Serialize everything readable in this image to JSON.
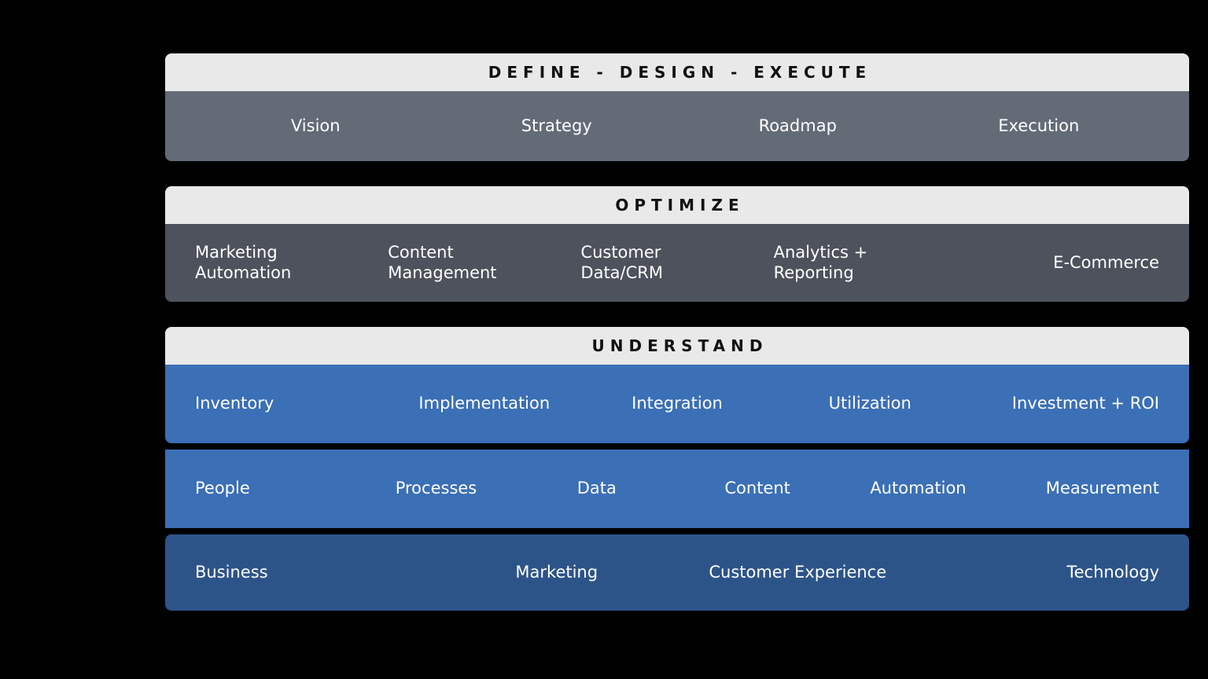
{
  "theme": {
    "background": "#000000",
    "header_band": "#e9e9e9",
    "header_text": "#111111",
    "row_gray_light": "#636b77",
    "row_gray_dark": "#4d525c",
    "row_blue": "#3b6fb6",
    "row_blue_dark": "#2d5489",
    "row_text": "#ffffff"
  },
  "bands": [
    {
      "header": "DEFINE  -  DESIGN  -  EXECUTE",
      "rows": [
        {
          "align": "center",
          "items": [
            "Vision",
            "Strategy",
            "Roadmap",
            "Execution"
          ]
        }
      ]
    },
    {
      "header": "OPTIMIZE",
      "rows": [
        {
          "align": "left",
          "items": [
            "Marketing\nAutomation",
            "Content\nManagement",
            "Customer\nData/CRM",
            "Analytics +\nReporting",
            "E-Commerce"
          ]
        }
      ]
    },
    {
      "header": "UNDERSTAND",
      "rows": [
        {
          "align": "mixed",
          "items": [
            "Inventory",
            "Implementation",
            "Integration",
            "Utilization",
            "Investment + ROI"
          ]
        },
        {
          "align": "mixed",
          "items": [
            "People",
            "Processes",
            "Data",
            "Content",
            "Automation",
            "Measurement"
          ]
        },
        {
          "align": "mixed",
          "items": [
            "Business",
            "Marketing",
            "Customer Experience",
            "Technology"
          ]
        }
      ]
    }
  ]
}
